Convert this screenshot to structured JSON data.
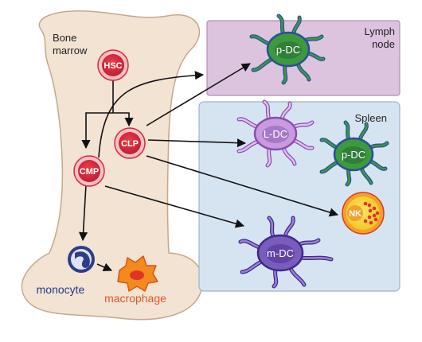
{
  "colors": {
    "bone_fill": "#f2e3d3",
    "bone_stroke": "#c4a88e",
    "lymph_fill": "#dcc3de",
    "lymph_stroke": "#b48cb8",
    "spleen_fill": "#d6e4f2",
    "spleen_stroke": "#9db3cb",
    "progenitor_red": "#d8283a",
    "pdc_green": "#3c9a3c",
    "pdc_blue": "#2a4f9a",
    "ldc_purple": "#a678c8",
    "mdc_purple": "#7a5cbc",
    "nk_yellow": "#f5d63a",
    "monocyte_blue": "#2e3c8c",
    "macrophage_orange": "#f28a1c",
    "macrophage_label": "#e0562a",
    "monocyte_label": "#243a8c"
  },
  "regions": {
    "bone_marrow": "Bone marrow",
    "lymph_node": "Lymph node",
    "spleen": "Spleen"
  },
  "cells": {
    "hsc": "HSC",
    "clp": "CLP",
    "cmp": "CMP",
    "pdc_lymph": "p-DC",
    "ldc": "L-DC",
    "pdc_spleen": "p-DC",
    "nk": "NK",
    "mdc": "m-DC",
    "monocyte": "monocyte",
    "macrophage": "macrophage"
  },
  "edges": [
    {
      "from": "HSC",
      "to": "CLP"
    },
    {
      "from": "HSC",
      "to": "CMP"
    },
    {
      "from": "CMP",
      "to": "Lymph node"
    },
    {
      "from": "CLP",
      "to": "p-DC"
    },
    {
      "from": "CLP",
      "to": "L-DC"
    },
    {
      "from": "CLP",
      "to": "NK"
    },
    {
      "from": "CMP",
      "to": "m-DC"
    },
    {
      "from": "CMP",
      "to": "monocyte"
    },
    {
      "from": "monocyte",
      "to": "macrophage"
    }
  ]
}
